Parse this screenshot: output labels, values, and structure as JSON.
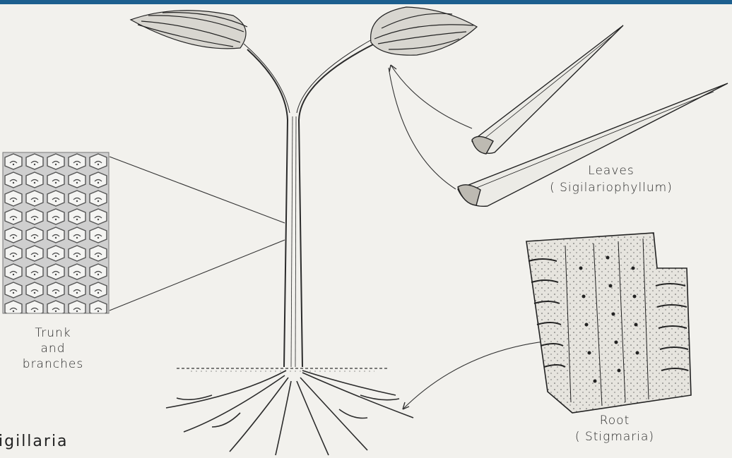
{
  "figure": {
    "title": "igillaria",
    "labels": {
      "trunk": [
        "Trunk",
        "and",
        "branches"
      ],
      "leaves": [
        "Leaves",
        "( Sigilariophyllum)"
      ],
      "root": [
        "Root",
        "( Stigmaria)"
      ]
    },
    "colors": {
      "top_bar": "#1d5f8f",
      "ink": "#2a2a2a",
      "paper": "#f2f1ed"
    }
  }
}
